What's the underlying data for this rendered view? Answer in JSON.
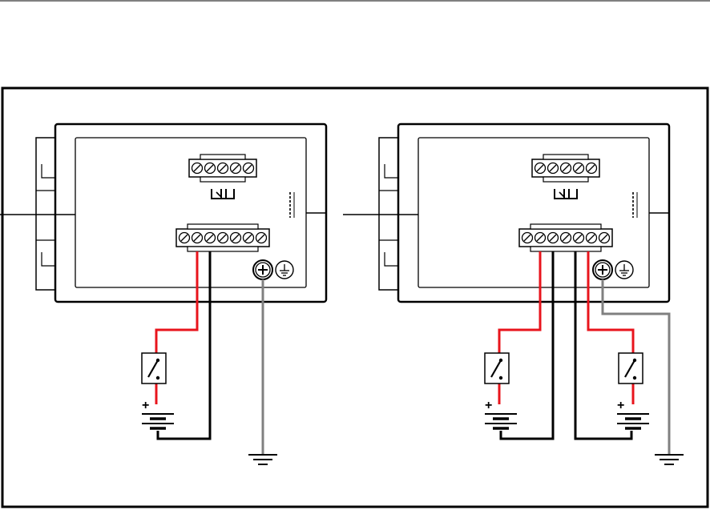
{
  "colors": {
    "power_positive_wire": "#e8141c",
    "power_negative_wire": "#000000",
    "ground_wire": "#808080",
    "device_body": "#ffffff",
    "outline": "#000000",
    "frame_border": "#000000"
  },
  "icons": {
    "switch": "switch-icon",
    "battery": "battery-icon",
    "earth_ground": "earth-ground-icon",
    "ground_screw": "ground-screw-icon",
    "relay_symbol": "relay-contact-icon"
  },
  "panels": [
    {
      "id": "single-power-input",
      "power_sources": 1,
      "polarity_mark": "+",
      "ground_connected": true
    },
    {
      "id": "dual-power-input",
      "power_sources": 2,
      "polarity_mark": "+",
      "ground_connected": true
    }
  ],
  "labels": {
    "plus": "+"
  }
}
